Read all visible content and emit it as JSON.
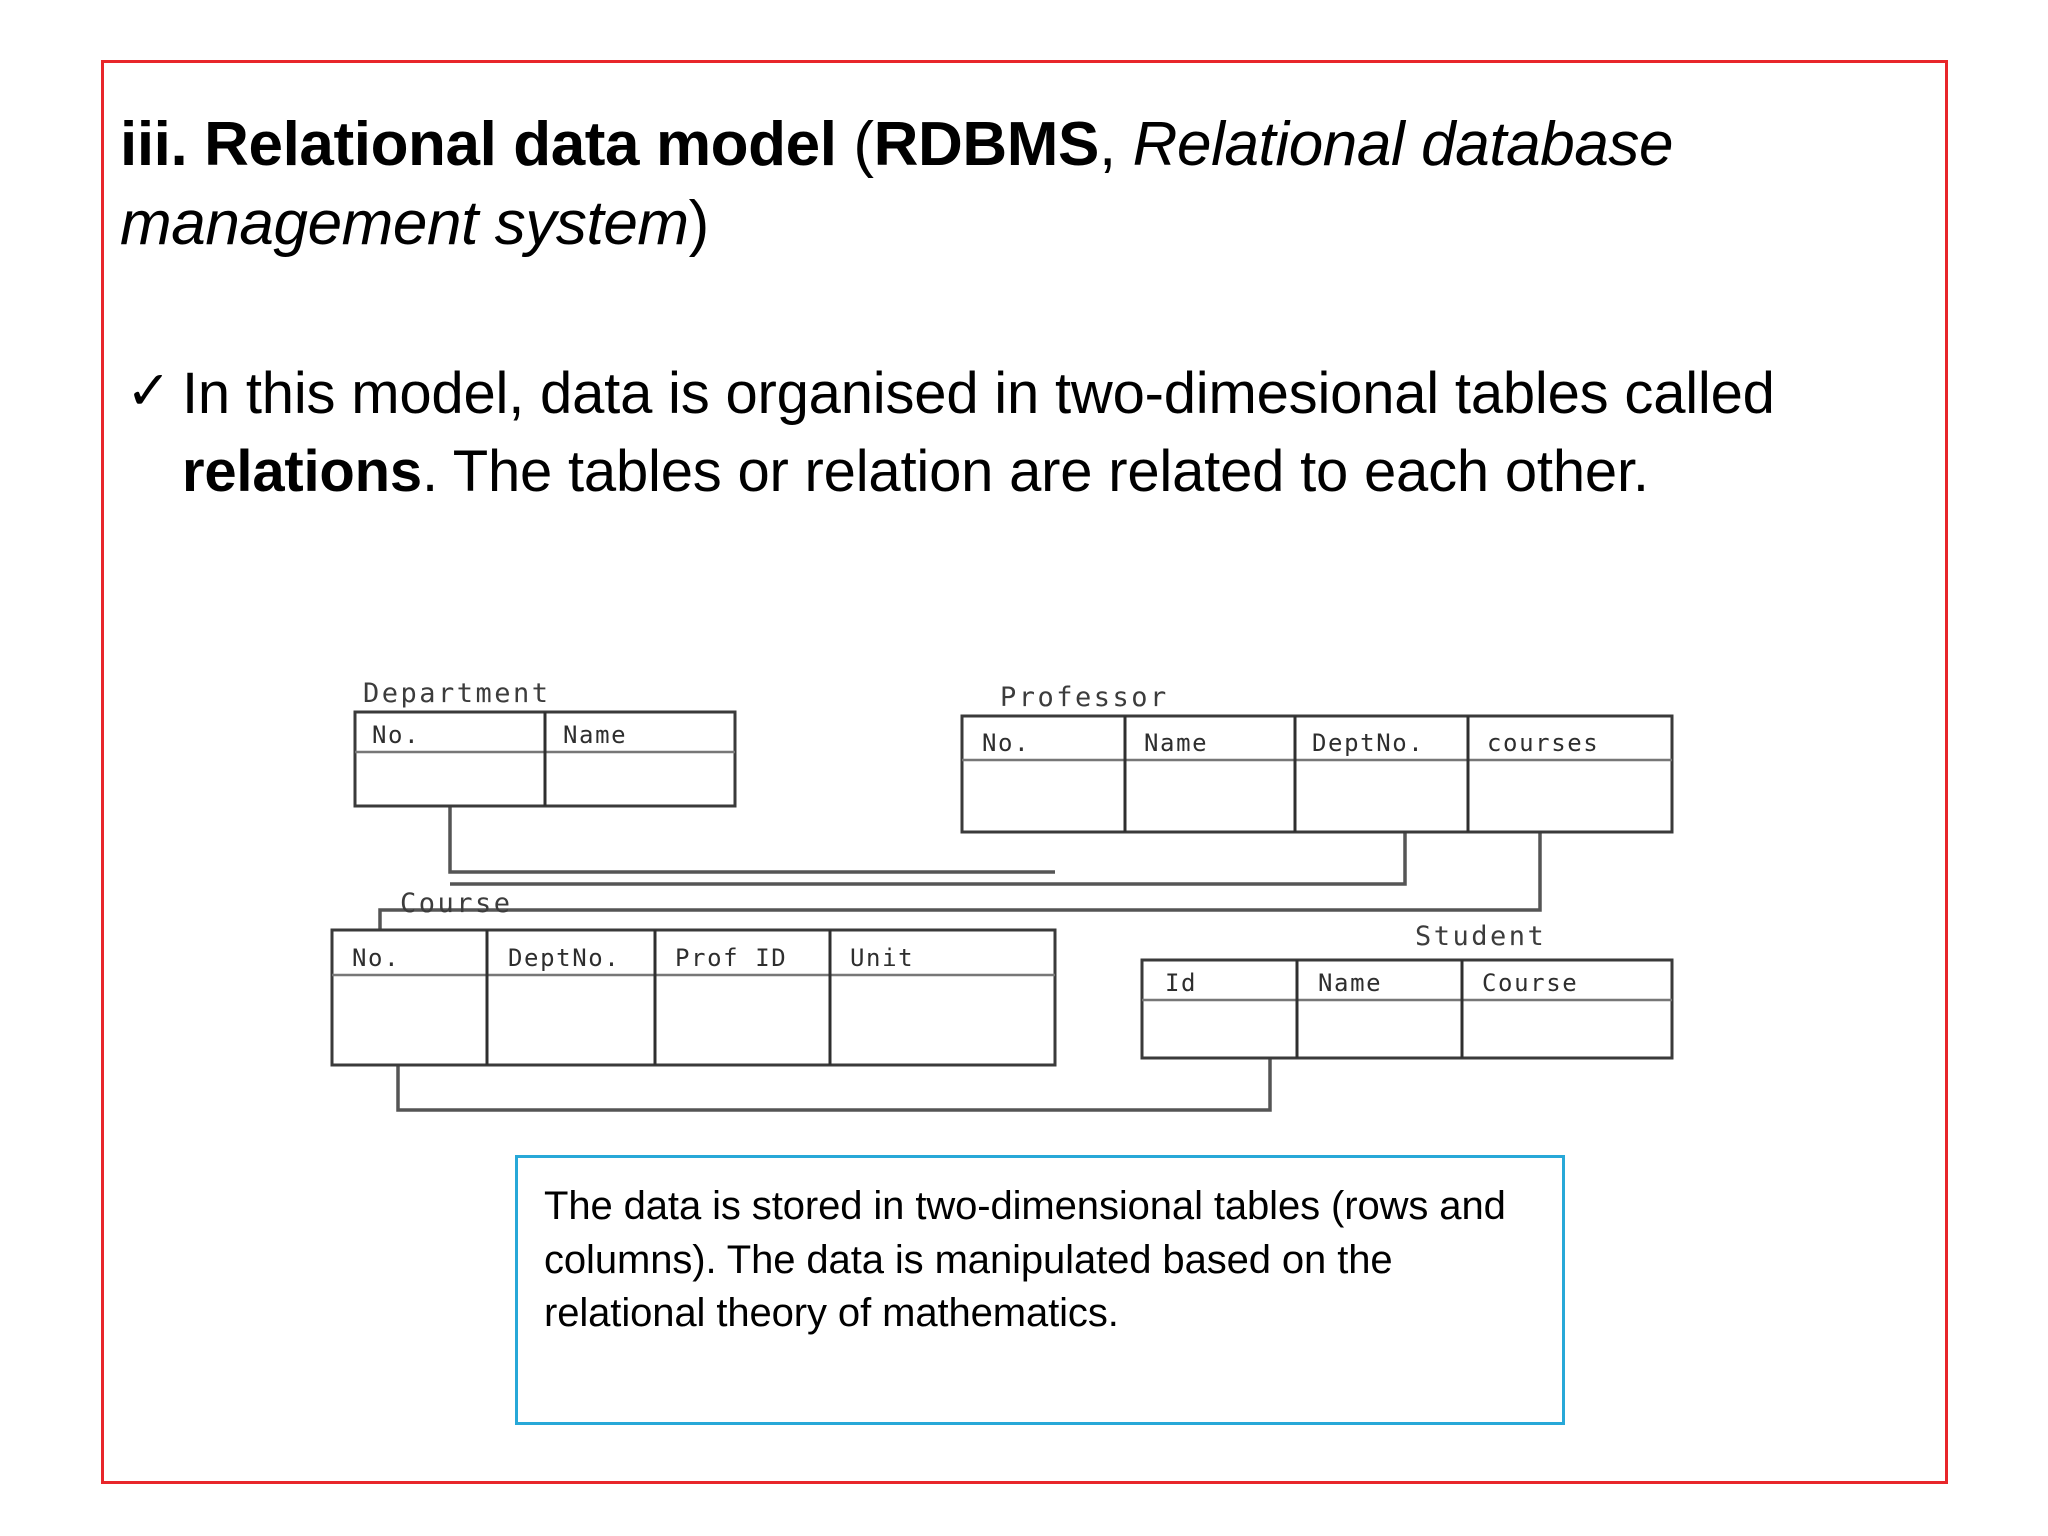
{
  "slide": {
    "frame_color": "#e8262a",
    "background": "#ffffff"
  },
  "heading": {
    "numeral": "iii.",
    "main": "Relational data model",
    "paren_open": "(",
    "acronym": "RDBMS",
    "comma": ", ",
    "expansion": "Relational database management system",
    "paren_close": ")",
    "full_text": "iii. Relational data model (RDBMS, Relational database management system)"
  },
  "bullet": {
    "marker": "✓",
    "text_before_bold": "In this model, data is organised in two-dimesional tables called ",
    "bold_word": "relations",
    "text_after_bold": ". The tables or relation are related to each other.",
    "full_text": "In this model, data is organised in two-dimesional tables called relations. The tables or relation are related to each other."
  },
  "diagram": {
    "type": "entity-relationship-tables",
    "tables": [
      {
        "name": "Department",
        "columns": [
          "No.",
          "Name"
        ]
      },
      {
        "name": "Professor",
        "columns": [
          "No.",
          "Name",
          "DeptNo.",
          "courses"
        ]
      },
      {
        "name": "Course",
        "columns": [
          "No.",
          "DeptNo.",
          "Prof ID",
          "Unit"
        ]
      },
      {
        "name": "Student",
        "columns": [
          "Id",
          "Name",
          "Course"
        ]
      }
    ],
    "relationships": [
      {
        "from": "Department.No.",
        "to": "Professor.DeptNo."
      },
      {
        "from": "Department.No.",
        "to": "Course.DeptNo."
      },
      {
        "from": "Professor.courses",
        "to": "Course.No."
      },
      {
        "from": "Course.No.",
        "to": "Student.Course"
      }
    ]
  },
  "callout": {
    "border_color": "#27a8d8",
    "text": "The data is stored in two-dimensional tables (rows and columns). The data is manipulated based on the relational theory of mathematics."
  }
}
